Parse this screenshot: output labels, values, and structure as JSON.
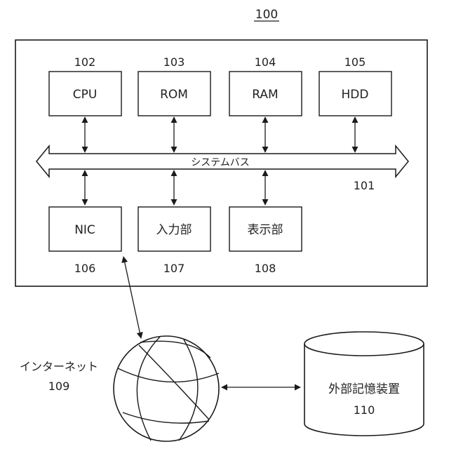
{
  "diagram": {
    "system_id": "100",
    "bus": {
      "label": "システムバス",
      "id": "101"
    },
    "top_components": [
      {
        "id": "102",
        "label": "CPU"
      },
      {
        "id": "103",
        "label": "ROM"
      },
      {
        "id": "104",
        "label": "RAM"
      },
      {
        "id": "105",
        "label": "HDD"
      }
    ],
    "bottom_components": [
      {
        "id": "106",
        "label": "NIC"
      },
      {
        "id": "107",
        "label": "入力部"
      },
      {
        "id": "108",
        "label": "表示部"
      }
    ],
    "internet": {
      "label": "インターネット",
      "id": "109"
    },
    "storage": {
      "label": "外部記憶装置",
      "id": "110"
    }
  }
}
